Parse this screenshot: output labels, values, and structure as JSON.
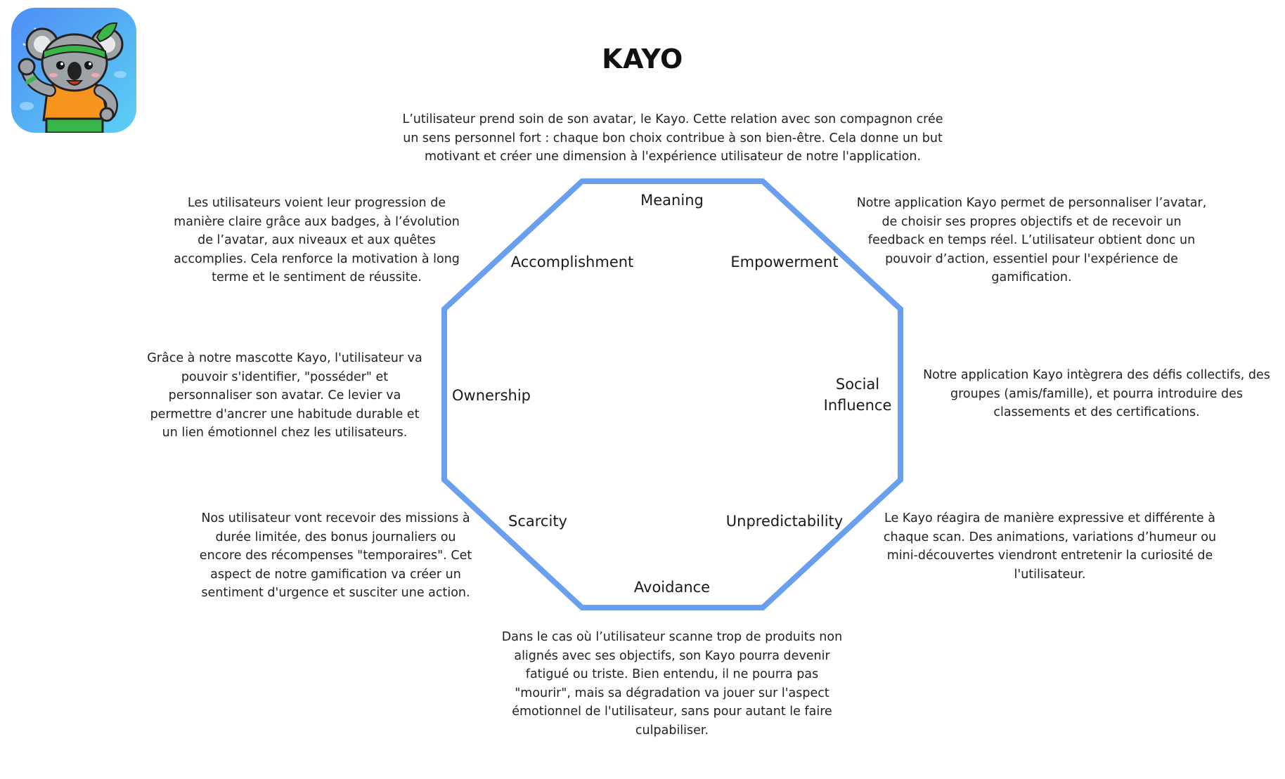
{
  "page": {
    "title": "KAYO"
  },
  "colors": {
    "octagon_stroke": "#6a9fef",
    "logo_bg_top": "#4f8df5",
    "logo_bg_bottom": "#5bd0f4",
    "koala_fur": "#9ea3a8",
    "koala_shirt": "#f7941d",
    "headband": "#3ab54a"
  },
  "icons": {
    "logo": "koala-mascot-icon"
  },
  "octalysis": {
    "drives": {
      "meaning": "Meaning",
      "empowerment": "Empowerment",
      "social_line1": "Social",
      "social_line2": "Influence",
      "unpredictability": "Unpredictability",
      "avoidance": "Avoidance",
      "scarcity": "Scarcity",
      "ownership": "Ownership",
      "accomplishment": "Accomplishment"
    },
    "descriptions": {
      "meaning": "L’utilisateur prend soin de son avatar, le Kayo. Cette relation avec son compagnon crée un sens personnel fort : chaque bon choix contribue à son bien-être. Cela donne un but motivant et créer une dimension à l'expérience utilisateur de notre l'application.",
      "empowerment": "Notre application Kayo permet de personnaliser l’avatar, de choisir ses propres objectifs et de recevoir un feedback en temps réel. L’utilisateur obtient donc un pouvoir d’action, essentiel pour l'expérience de gamification.",
      "social": "Notre application Kayo intègrera des défis collectifs, des groupes (amis/famille), et pourra introduire des classements et des certifications.",
      "unpredictability": "Le Kayo réagira de manière expressive et différente à chaque scan. Des animations, variations d’humeur ou mini-découvertes viendront entretenir la curiosité de l'utilisateur.",
      "avoidance": "Dans le cas où l’utilisateur scanne trop de produits non alignés avec ses objectifs, son Kayo pourra devenir fatigué ou triste. Bien entendu, il ne pourra pas \"mourir\", mais sa dégradation va jouer sur l'aspect émotionnel de l'utilisateur, sans pour autant le faire culpabiliser.",
      "scarcity": "Nos utilisateur vont recevoir des missions à durée limitée, des bonus journaliers ou encore des récompenses \"temporaires\". Cet aspect de notre gamification va créer un sentiment d'urgence et susciter une action.",
      "ownership": "Grâce à notre mascotte Kayo, l'utilisateur va pouvoir s'identifier, \"posséder\" et personnaliser son avatar. Ce levier va permettre d'ancrer une habitude durable et un lien émotionnel chez les utilisateurs.",
      "accomplishment": "Les utilisateurs voient leur progression de manière claire grâce aux badges, à l’évolution de l’avatar, aux niveaux et aux quêtes accomplies. Cela renforce la motivation à long terme et le sentiment de réussite."
    }
  }
}
